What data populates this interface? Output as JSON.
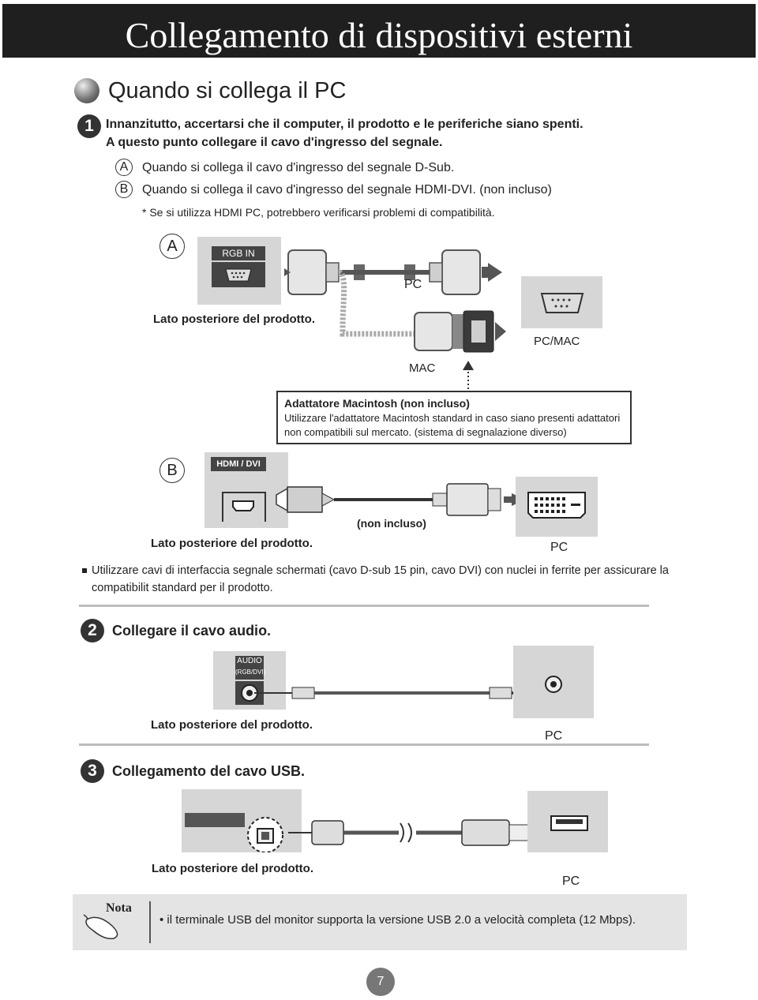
{
  "header": {
    "title": "Collegamento di dispositivi esterni"
  },
  "section": {
    "title": "Quando si collega il PC"
  },
  "step1": {
    "number": "1",
    "line1": "Innanzitutto, accertarsi che il computer, il prodotto e le periferiche siano spenti.",
    "line2": "A questo punto collegare il cavo d'ingresso del segnale.",
    "option_a_letter": "A",
    "option_a": "Quando si collega il cavo d'ingresso del segnale D-Sub.",
    "option_b_letter": "B",
    "option_b": "Quando si collega il cavo d'ingresso del segnale HDMI-DVI. (non incluso)",
    "footnote": "* Se si utilizza HDMI PC, potrebbero verificarsi problemi di compatibilità."
  },
  "diagram_a": {
    "letter": "A",
    "port_label": "RGB IN",
    "rear_label": "Lato posteriore del prodotto.",
    "pc_label": "PC",
    "mac_label": "MAC",
    "pcmac_label": "PC/MAC",
    "adapter_title": "Adattatore Macintosh (non incluso)",
    "adapter_text1": "Utilizzare l'adattatore Macintosh standard in caso siano presenti adattatori",
    "adapter_text2": "non compatibili sul mercato. (sistema di segnalazione diverso)"
  },
  "diagram_b": {
    "letter": "B",
    "port_label": "HDMI / DVI",
    "rear_label": "Lato posteriore del prodotto.",
    "not_included": "(non incluso)",
    "pc_label": "PC"
  },
  "shield_note": {
    "line1": "Utilizzare cavi di interfaccia segnale schermati (cavo D-sub 15 pin, cavo DVI) con nuclei in ferrite per assicurare la",
    "line2": "compatibilit standard per il prodotto."
  },
  "step2": {
    "number": "2",
    "title": "Collegare il cavo audio.",
    "port_label_1": "AUDIO",
    "port_label_2": "(RGB/DVI)",
    "rear_label": "Lato posteriore del prodotto.",
    "pc_label": "PC"
  },
  "step3": {
    "number": "3",
    "title": "Collegamento del cavo USB.",
    "rear_label": "Lato posteriore del prodotto.",
    "pc_label": "PC"
  },
  "note": {
    "label": "Nota",
    "text": "• il terminale USB del monitor supporta la versione USB 2.0 a velocità completa (12 Mbps)."
  },
  "page": {
    "number": "7"
  }
}
